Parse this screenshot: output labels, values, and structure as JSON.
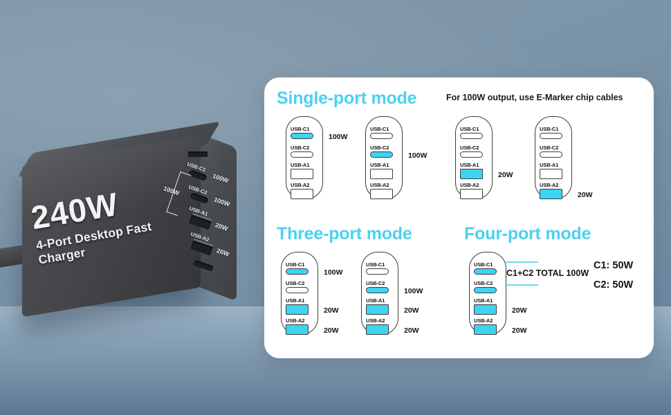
{
  "product": {
    "watt_label": "240W",
    "subtitle": "4-Port Desktop Fast Charger",
    "side_ports": [
      {
        "name": "USB-C1",
        "watt": "100W"
      },
      {
        "name": "USB-C2",
        "watt": "100W"
      },
      {
        "name": "USB-A1",
        "watt": "20W"
      },
      {
        "name": "USB-A2",
        "watt": "20W"
      }
    ],
    "combined_label": "100W"
  },
  "colors": {
    "accent": "#4ed0ef",
    "port_active": "#3fd3f2",
    "outline": "#3a3a3a",
    "card": "#ffffff",
    "text": "#111111"
  },
  "card": {
    "sections": [
      {
        "id": "single",
        "title": "Single-port mode",
        "note": "For 100W output, use E-Marker chip cables",
        "diagrams": [
          {
            "ports": [
              {
                "name": "USB-C1",
                "type": "c",
                "active": true,
                "watt": "100W"
              },
              {
                "name": "USB-C2",
                "type": "c",
                "active": false,
                "watt": ""
              },
              {
                "name": "USB-A1",
                "type": "a",
                "active": false,
                "watt": ""
              },
              {
                "name": "USB-A2",
                "type": "a",
                "active": false,
                "watt": ""
              }
            ]
          },
          {
            "ports": [
              {
                "name": "USB-C1",
                "type": "c",
                "active": false,
                "watt": ""
              },
              {
                "name": "USB-C2",
                "type": "c",
                "active": true,
                "watt": "100W"
              },
              {
                "name": "USB-A1",
                "type": "a",
                "active": false,
                "watt": ""
              },
              {
                "name": "USB-A2",
                "type": "a",
                "active": false,
                "watt": ""
              }
            ]
          },
          {
            "ports": [
              {
                "name": "USB-C1",
                "type": "c",
                "active": false,
                "watt": ""
              },
              {
                "name": "USB-C2",
                "type": "c",
                "active": false,
                "watt": ""
              },
              {
                "name": "USB-A1",
                "type": "a",
                "active": true,
                "watt": "20W"
              },
              {
                "name": "USB-A2",
                "type": "a",
                "active": false,
                "watt": ""
              }
            ]
          },
          {
            "ports": [
              {
                "name": "USB-C1",
                "type": "c",
                "active": false,
                "watt": ""
              },
              {
                "name": "USB-C2",
                "type": "c",
                "active": false,
                "watt": ""
              },
              {
                "name": "USB-A1",
                "type": "a",
                "active": false,
                "watt": ""
              },
              {
                "name": "USB-A2",
                "type": "a",
                "active": true,
                "watt": "20W"
              }
            ]
          }
        ]
      },
      {
        "id": "three",
        "title": "Three-port mode",
        "diagrams": [
          {
            "ports": [
              {
                "name": "USB-C1",
                "type": "c",
                "active": true,
                "watt": "100W"
              },
              {
                "name": "USB-C2",
                "type": "c",
                "active": false,
                "watt": ""
              },
              {
                "name": "USB-A1",
                "type": "a",
                "active": true,
                "watt": "20W"
              },
              {
                "name": "USB-A2",
                "type": "a",
                "active": true,
                "watt": "20W"
              }
            ]
          },
          {
            "ports": [
              {
                "name": "USB-C1",
                "type": "c",
                "active": false,
                "watt": ""
              },
              {
                "name": "USB-C2",
                "type": "c",
                "active": true,
                "watt": "100W"
              },
              {
                "name": "USB-A1",
                "type": "a",
                "active": true,
                "watt": "20W"
              },
              {
                "name": "USB-A2",
                "type": "a",
                "active": true,
                "watt": "20W"
              }
            ]
          }
        ]
      },
      {
        "id": "four",
        "title": "Four-port mode",
        "total_label": "C1+C2 TOTAL 100W",
        "split_labels": [
          "C1: 50W",
          "C2: 50W"
        ],
        "diagrams": [
          {
            "ports": [
              {
                "name": "USB-C1",
                "type": "c",
                "active": true,
                "watt": ""
              },
              {
                "name": "USB-C2",
                "type": "c",
                "active": true,
                "watt": ""
              },
              {
                "name": "USB-A1",
                "type": "a",
                "active": true,
                "watt": "20W"
              },
              {
                "name": "USB-A2",
                "type": "a",
                "active": true,
                "watt": "20W"
              }
            ]
          }
        ]
      }
    ]
  }
}
